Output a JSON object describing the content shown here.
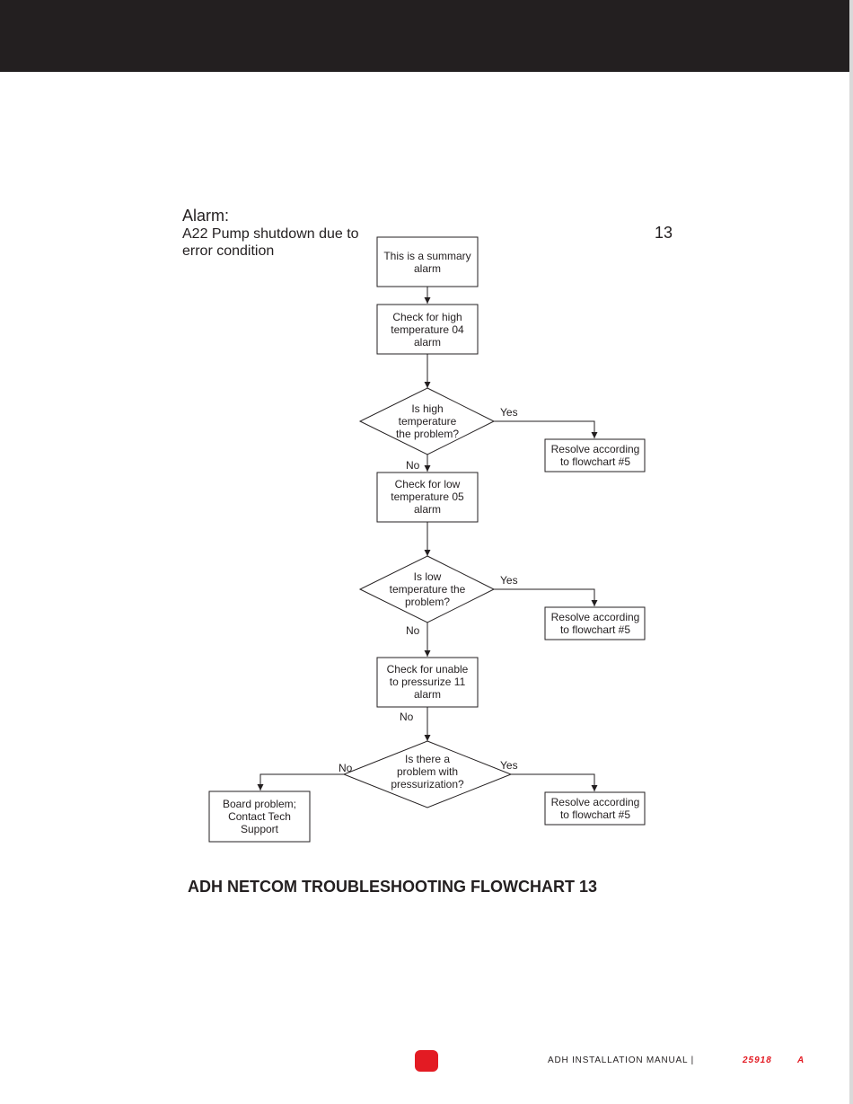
{
  "header": {
    "alarm_label": "Alarm:",
    "alarm_description": "A22 Pump shutdown due to error condition",
    "chart_number": "13"
  },
  "nodes": {
    "start": [
      "This is a summary",
      "alarm"
    ],
    "check_high": [
      "Check for high",
      "temperature 04",
      "alarm"
    ],
    "decision_high": [
      "Is high",
      "temperature",
      "the problem?"
    ],
    "resolve_high": [
      "Resolve according",
      "to flowchart #5"
    ],
    "check_low": [
      "Check for low",
      "temperature 05",
      "alarm"
    ],
    "decision_low": [
      "Is low",
      "temperature the",
      "problem?"
    ],
    "resolve_low": [
      "Resolve according",
      "to flowchart #5"
    ],
    "check_pressurize": [
      "Check for unable",
      "to pressurize 11",
      "alarm"
    ],
    "decision_pressurization": [
      "Is there a",
      "problem with",
      "pressurization?"
    ],
    "resolve_pressurization": [
      "Resolve according",
      "to flowchart #5"
    ],
    "board_problem": [
      "Board problem;",
      "Contact Tech",
      "Support"
    ]
  },
  "edge_labels": {
    "high_yes": "Yes",
    "high_no": "No",
    "low_yes": "Yes",
    "low_no": "No",
    "pressurize_no": "No",
    "pressurization_yes": "Yes",
    "pressurization_no": "No"
  },
  "caption": "ADH NETCOM TROUBLESHOOTING FLOWCHART 13",
  "footer": {
    "manual": "ADH INSTALLATION MANUAL  |",
    "doc_number": "25918",
    "revision": "A"
  },
  "colors": {
    "band": "#231f20",
    "accent": "#e31b23"
  }
}
